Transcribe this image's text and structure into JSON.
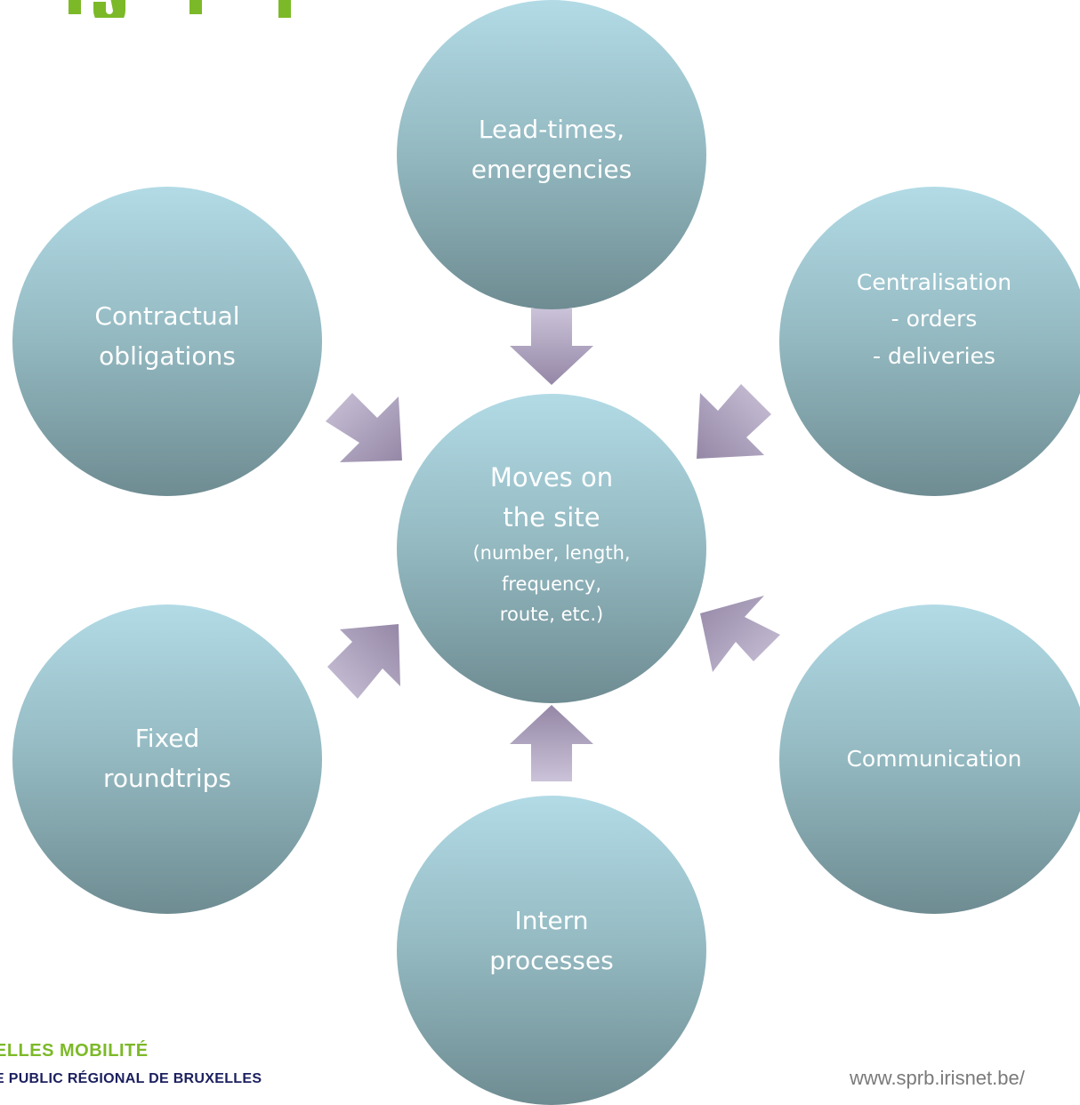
{
  "colors": {
    "title_green": "#7cb928",
    "circle_top": "#b2dbe6",
    "circle_bottom": "#6e8c92",
    "arrow_top": "#cbc3d9",
    "arrow_bottom": "#9487a6",
    "logo_green": "#7cb928",
    "logo_navy": "#1b1f5e",
    "footer_gray": "#7a7a7a"
  },
  "diagram": {
    "center": {
      "main": "Moves on\nthe site",
      "sub": "(number, length,\nfrequency,\nroute, etc.)"
    },
    "nodes": {
      "top": "Lead-times,\nemergencies",
      "top_right": "Centralisation\n- orders\n- deliveries",
      "bottom_right": "Communication",
      "bottom": "Intern\nprocesses",
      "bottom_left": "Fixed\nroundtrips",
      "top_left": "Contractual\nobligations"
    }
  },
  "logo": {
    "line1": "ELLES MOBILITÉ",
    "line2": "E PUBLIC RÉGIONAL DE BRUXELLES"
  },
  "footer": {
    "url": "www.sprb.irisnet.be/"
  }
}
